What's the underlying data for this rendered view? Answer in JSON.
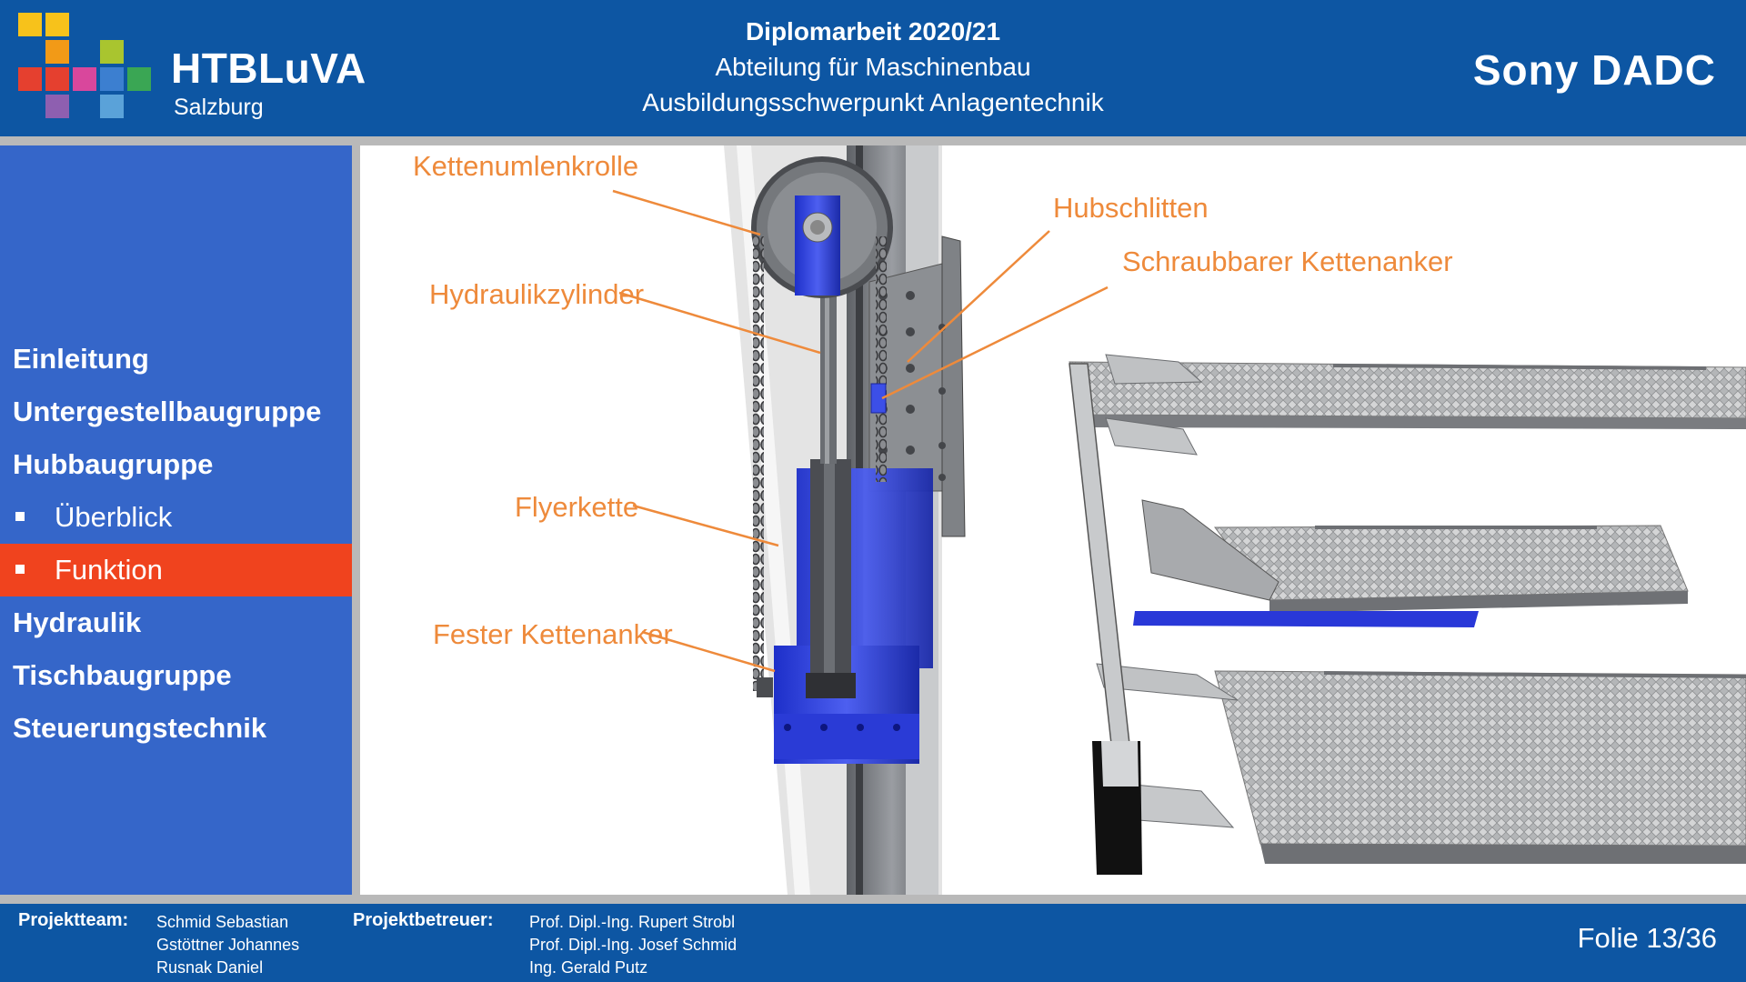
{
  "header": {
    "logo_text": "HTBLuVA",
    "logo_subtitle": "Salzburg",
    "title_line1": "Diplomarbeit 2020/21",
    "title_line2": "Abteilung für Maschinenbau",
    "title_line3": "Ausbildungsschwerpunkt Anlagentechnik",
    "brand": "Sony DADC"
  },
  "sidebar": {
    "items": [
      {
        "label": "Einleitung"
      },
      {
        "label": "Untergestellbaugruppe"
      },
      {
        "label": "Hubbaugruppe"
      },
      {
        "label": "Überblick"
      },
      {
        "label": "Funktion"
      },
      {
        "label": "Hydraulik"
      },
      {
        "label": "Tischbaugruppe"
      },
      {
        "label": "Steuerungstechnik"
      }
    ],
    "active_color": "#f0431e"
  },
  "diagram": {
    "callouts": [
      {
        "label": "Kettenumlenkrolle"
      },
      {
        "label": "Hubschlitten"
      },
      {
        "label": "Schraubbarer Kettenanker"
      },
      {
        "label": "Hydraulikzylinder"
      },
      {
        "label": "Flyerkette"
      },
      {
        "label": "Fester Kettenanker"
      }
    ],
    "callout_color": "#ee8a3b"
  },
  "footer": {
    "team_label": "Projektteam:",
    "team": [
      "Schmid Sebastian",
      "Gstöttner Johannes",
      "Rusnak Daniel"
    ],
    "supervisor_label": "Projektbetreuer:",
    "supervisors": [
      "Prof. Dipl.-Ing. Rupert Strobl",
      "Prof. Dipl.-Ing. Josef Schmid",
      "Ing. Gerald Putz"
    ],
    "slide": "Folie 13/36"
  }
}
